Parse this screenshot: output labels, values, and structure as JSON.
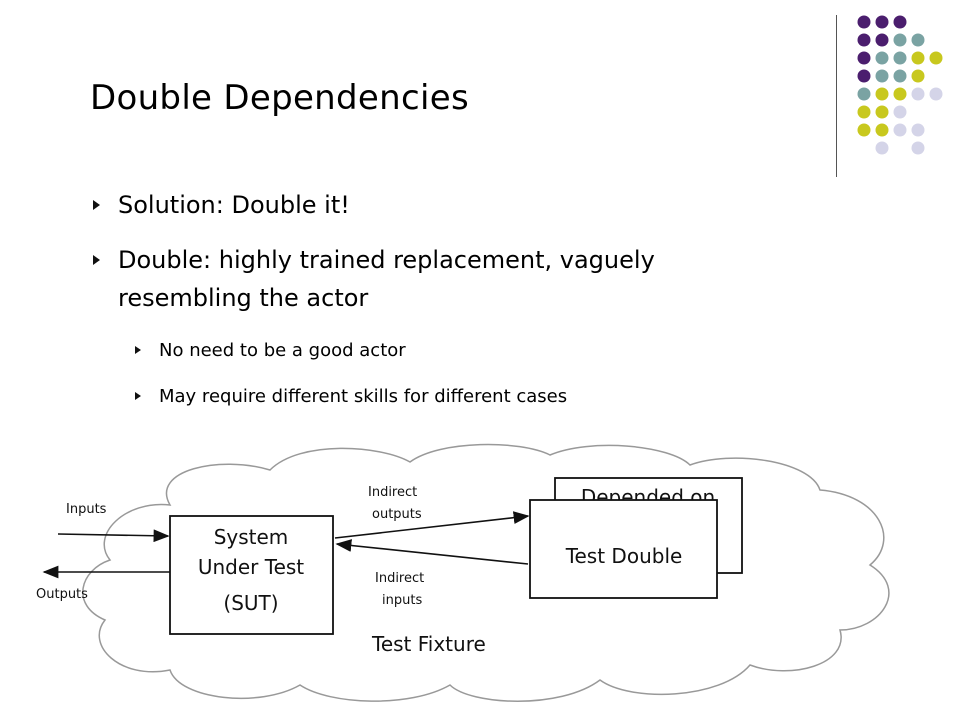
{
  "slide": {
    "title": "Double Dependencies",
    "bullets": [
      "Solution: Double it!",
      "Double: highly trained replacement, vaguely resembling the actor"
    ],
    "sub_bullets": [
      "No need to be a good actor",
      "May require different skills for different cases"
    ]
  },
  "diagram": {
    "inputs_label": "Inputs",
    "outputs_label": "Outputs",
    "sut_lines": [
      "System",
      "Under Test",
      "(SUT)"
    ],
    "indirect_outputs_lines": [
      "Indirect",
      "outputs"
    ],
    "indirect_inputs_lines": [
      "Indirect",
      "inputs"
    ],
    "depended_on_label": "Depended on",
    "test_double_label": "Test Double",
    "fixture_label": "Test Fixture"
  },
  "colors": {
    "dot_purple": "#4b1e6e",
    "dot_teal": "#7aa3a3",
    "dot_lime": "#c8c81e",
    "dot_lavender": "#d4d4e8"
  }
}
